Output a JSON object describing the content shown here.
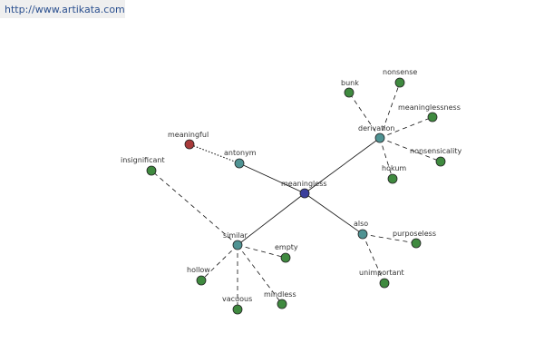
{
  "site": {
    "url": "http://www.artikata.com"
  },
  "colors": {
    "center": "#3b3f9c",
    "relation": "#4f9393",
    "word": "#3f8a3f",
    "antonym_word": "#a83a3a"
  },
  "nodes": {
    "meaningless": "meaningless",
    "antonym": "antonym",
    "meaningful": "meaningful",
    "derivation": "derivation",
    "bunk": "bunk",
    "nonsense": "nonsense",
    "meaninglessness": "meaninglessness",
    "nonsensicality": "nonsensicality",
    "hokum": "hokum",
    "also": "also",
    "purposeless": "purposeless",
    "unimportant": "unimportant",
    "similar": "similar",
    "insignificant": "insignificant",
    "empty": "empty",
    "hollow": "hollow",
    "vacuous": "vacuous",
    "mindless": "mindless"
  }
}
